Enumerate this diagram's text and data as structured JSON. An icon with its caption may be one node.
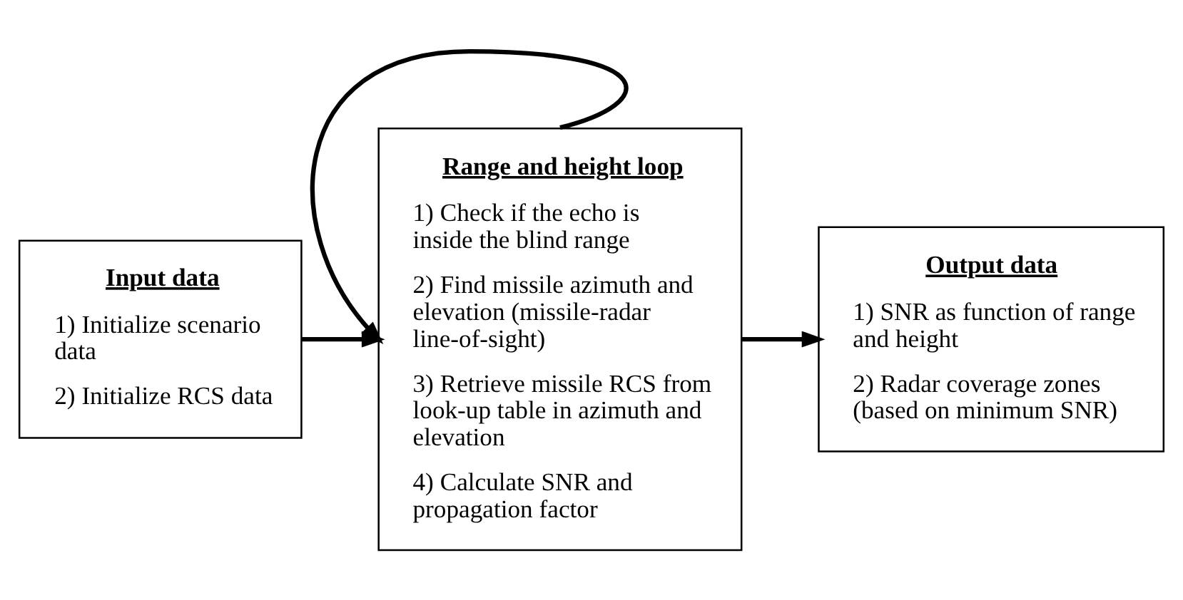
{
  "diagram": {
    "nodes": [
      {
        "text": [
          "Input data",
          "1) Initialize scenario data",
          "2) Initialize RCS data"
        ]
      },
      {
        "text": [
          "Range and height loop",
          "1) Check if the echo is inside the blind range",
          "2) Find missile azimuth and elevation (missile-radar line-of-sight)",
          "3) Retrieve missile RCS from look-up table in azimuth and elevation",
          "4) Calculate SNR and propagation factor"
        ]
      },
      {
        "text": [
          "Output data",
          "1) SNR as function of range and height",
          "2) Radar coverage zones (based on minimum SNR)"
        ]
      }
    ],
    "edges": [
      {
        "from": 0,
        "to": 1,
        "arrow": "to"
      },
      {
        "from": 1,
        "to": 1,
        "arrow": "to"
      },
      {
        "from": 1,
        "to": 2,
        "arrow": "to"
      }
    ]
  }
}
